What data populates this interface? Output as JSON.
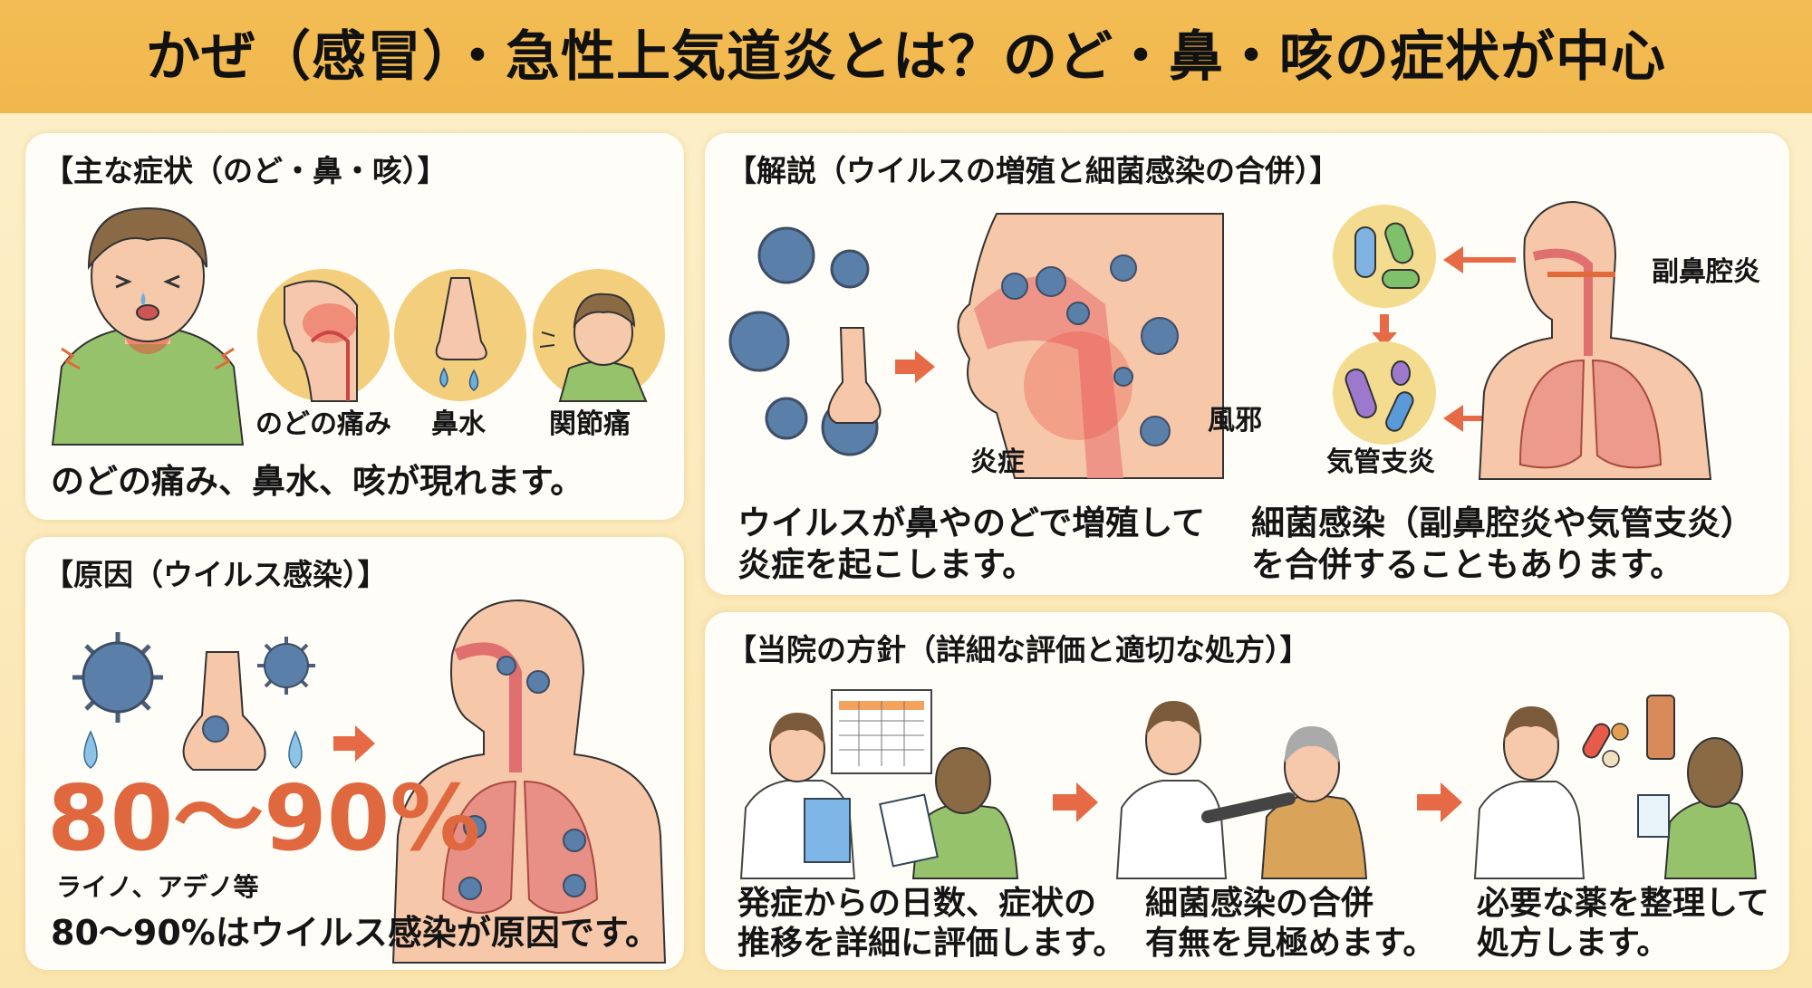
{
  "header": {
    "title": "かぜ（感冒）・急性上気道炎とは？のど・鼻・咳の症状が中心"
  },
  "symptoms": {
    "heading": "【主な症状（のど・鼻・咳）】",
    "items": [
      {
        "label": "のどの痛み"
      },
      {
        "label": "鼻水"
      },
      {
        "label": "関節痛"
      }
    ],
    "caption": "のどの痛み、鼻水、咳が現れます。"
  },
  "cause": {
    "heading": "【原因（ウイルス感染）】",
    "percent": "80〜90%",
    "examples": "ライノ、アデノ等",
    "caption": "80〜90%はウイルス感染が原因です。"
  },
  "explanation": {
    "heading": "【解説（ウイルスの増殖と細菌感染の合併）】",
    "label_inflammation": "炎症",
    "label_cold": "風邪",
    "label_sinusitis": "副鼻腔炎",
    "label_bronchitis": "気管支炎",
    "caption_left": [
      "ウイルスが鼻やのどで増殖して",
      "炎症を起こします。"
    ],
    "caption_right": [
      "細菌感染（副鼻腔炎や気管支炎）",
      "を合併することもあります。"
    ]
  },
  "policy": {
    "heading": "【当院の方針（詳細な評価と適切な処方）】",
    "steps": [
      {
        "caption": [
          "発症からの日数、症状の",
          "推移を詳細に評価します。"
        ]
      },
      {
        "caption": [
          "細菌感染の合併",
          "有無を見極めます。"
        ]
      },
      {
        "caption": [
          "必要な薬を整理して",
          "処方します。"
        ]
      }
    ]
  },
  "colors": {
    "header": "#f0b74c",
    "accent": "#e0683f",
    "virus": "#5a7fa8",
    "skin": "#f8cfb4",
    "shirt": "#8fbf63"
  }
}
